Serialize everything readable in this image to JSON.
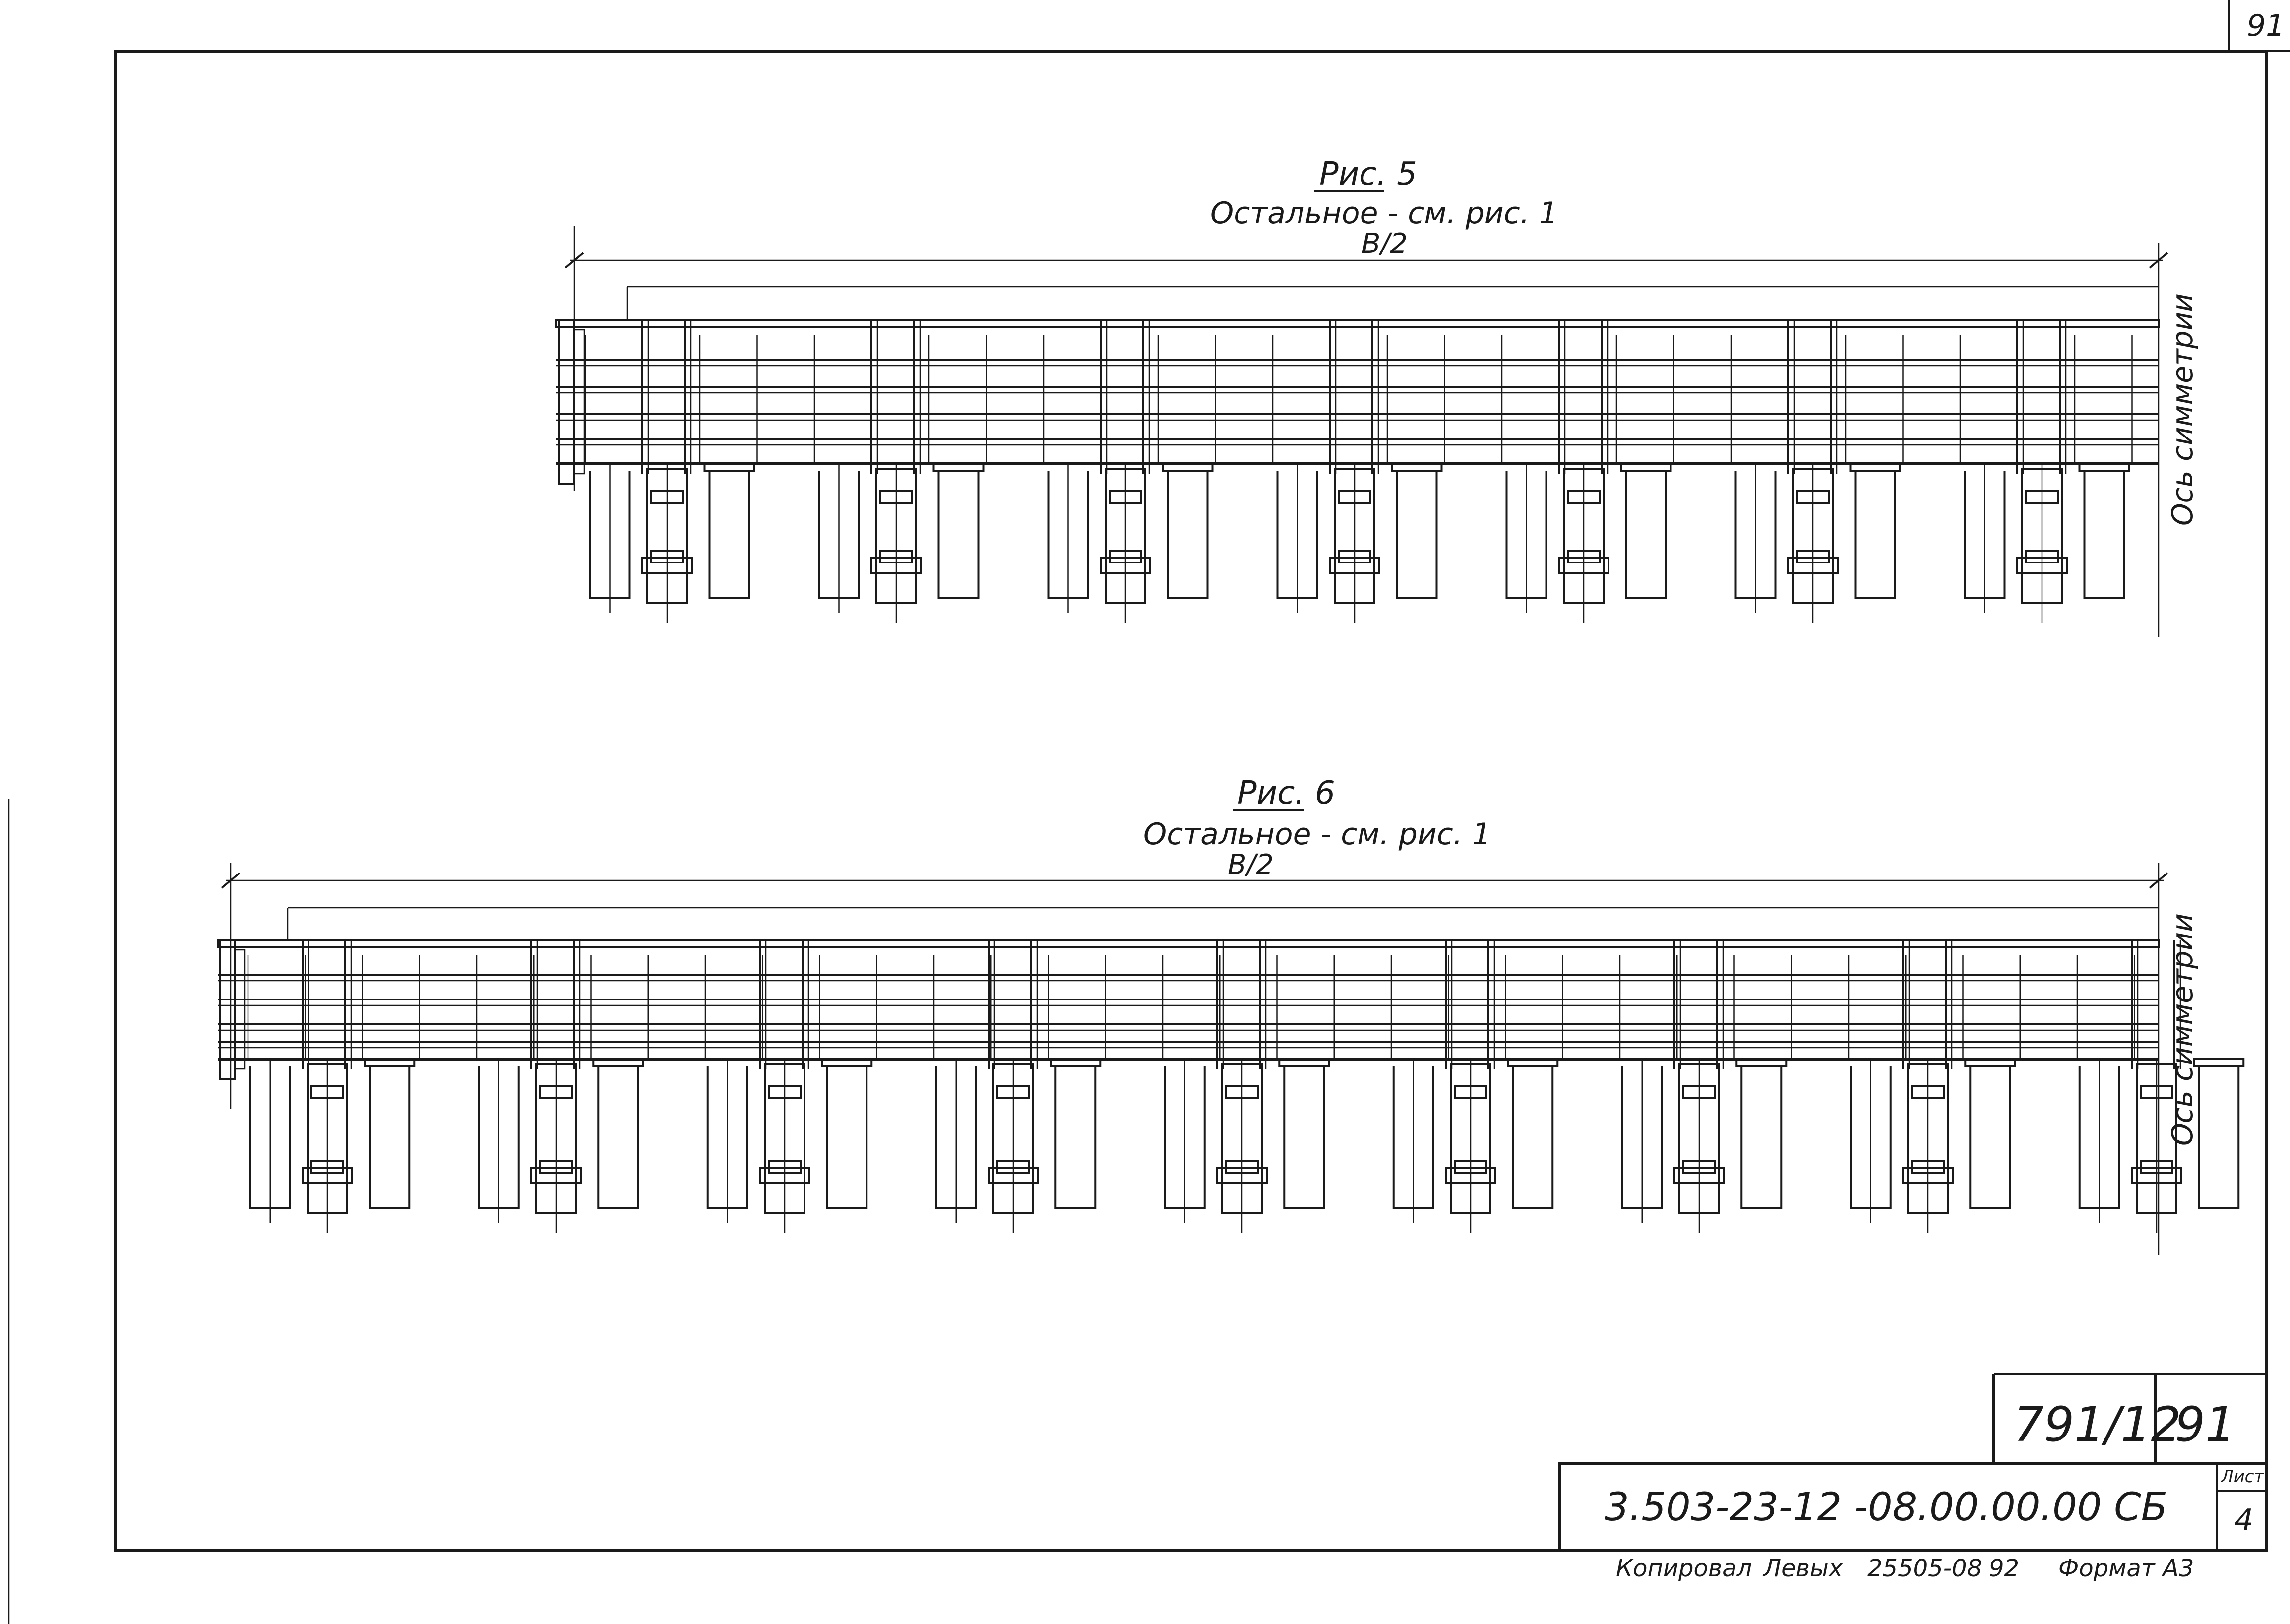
{
  "corner_sheet_number": "91",
  "figures": [
    {
      "id": "fig5",
      "title": "Рис. 5",
      "note": "Остальное - см. рис. 1",
      "dimension_label": "B/2",
      "axis_label": "Ось симметрии"
    },
    {
      "id": "fig6",
      "title": "Рис. 6",
      "note": "Остальное - см. рис. 1",
      "dimension_label": "B/2",
      "axis_label": "Ось симметрии"
    }
  ],
  "title_block": {
    "inventory_number": "791/12",
    "page_number": "91",
    "document_code": "3.503-23-12 -08.00.00.00 СБ",
    "sheet_label": "Лист",
    "sheet_value": "4"
  },
  "footer": {
    "copied_by_label": "Копировал",
    "copied_by_name": "Левых",
    "date": "25505-08",
    "signature": "92",
    "format_label": "Формат А3"
  }
}
